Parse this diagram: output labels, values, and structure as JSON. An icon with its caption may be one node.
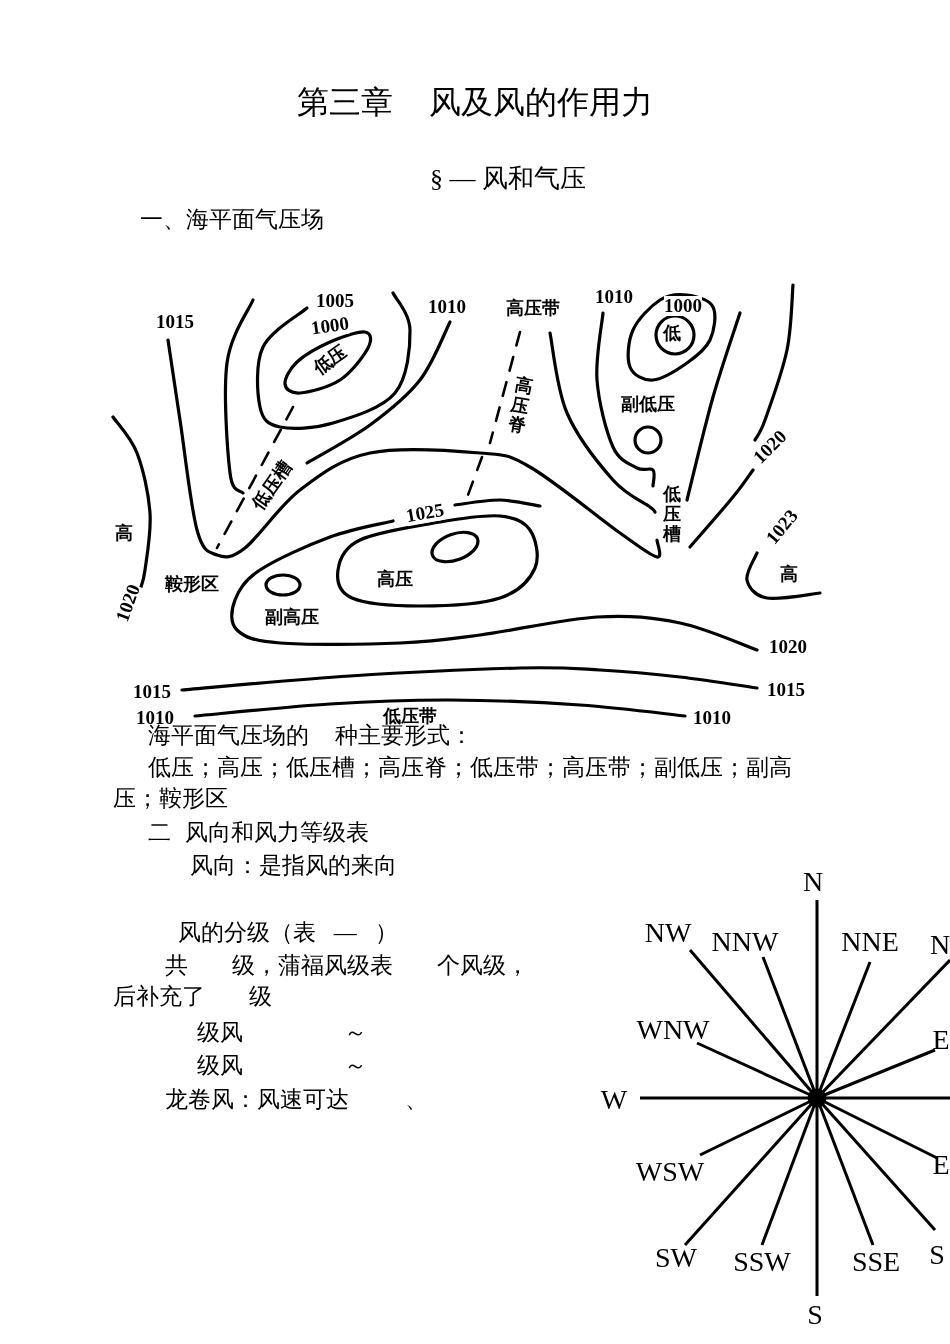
{
  "diagram": {
    "title": "第三章 风及风的作用力",
    "labels": [
      "§ — 风和气压",
      "一、海平面气压场",
      "1005",
      "1010",
      "高压带",
      "1010",
      "1000",
      "1015",
      "1000",
      "低",
      "低压",
      "高压脊",
      "副低压",
      "低压槽",
      "1020",
      "低压槽",
      "1025",
      "高",
      "1023",
      "鞍形区",
      "高压",
      "高",
      "副高压",
      "1020",
      "1020",
      "1015",
      "1015",
      "1010",
      "低压带",
      "1010",
      "海平面气压场的 种主要形式：",
      "低压；高压；低压槽；高压脊；低压带；高压带；副低压；副高压；鞍形区",
      "二 风向和风力等级表",
      "风向：是指风的来向",
      "风的分级（表 — ）",
      "共 级，蒲福风级表 个风级，后补充了 级",
      "级风 ～",
      "级风 ～",
      "龙卷风：风速可达 、",
      "N",
      "NW",
      "NNW",
      "NNE",
      "N",
      "WNW",
      "E",
      "W",
      "WSW",
      "E",
      "SW",
      "SSW",
      "SSE",
      "S",
      "S"
    ]
  }
}
